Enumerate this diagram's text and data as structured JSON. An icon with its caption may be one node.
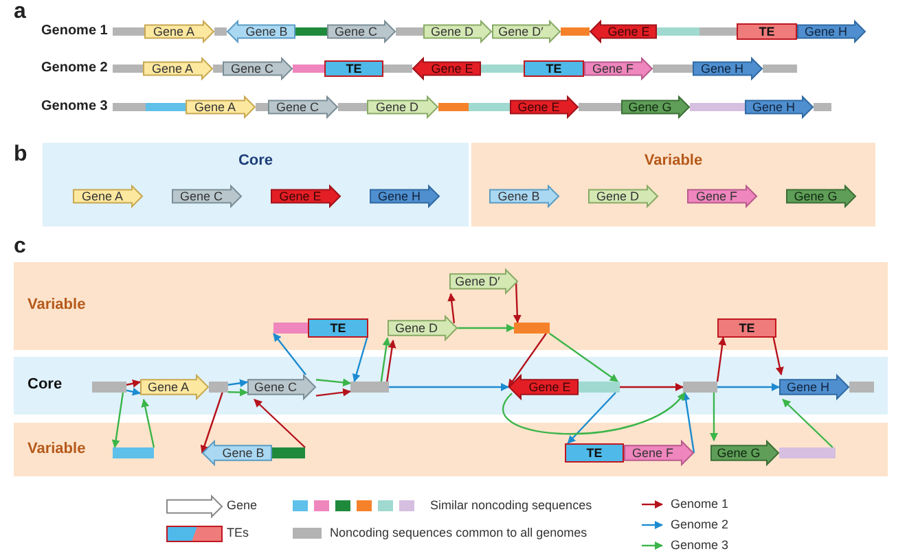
{
  "diagram": {
    "nodes": [
      {
        "text": [
          "Gene A"
        ]
      },
      {
        "text": [
          "Gene B"
        ]
      },
      {
        "text": [
          "Gene C"
        ]
      },
      {
        "text": [
          "Gene D"
        ]
      },
      {
        "text": [
          "Gene D′"
        ]
      },
      {
        "text": [
          "Gene E"
        ]
      },
      {
        "text": [
          "TE"
        ]
      },
      {
        "text": [
          "Gene H"
        ]
      },
      {
        "text": [
          "Gene A"
        ]
      },
      {
        "text": [
          "Gene C"
        ]
      },
      {
        "text": [
          "TE"
        ]
      },
      {
        "text": [
          "Gene E"
        ]
      },
      {
        "text": [
          "TE"
        ]
      },
      {
        "text": [
          "Gene F"
        ]
      },
      {
        "text": [
          "Gene H"
        ]
      },
      {
        "text": [
          "Gene A"
        ]
      },
      {
        "text": [
          "Gene C"
        ]
      },
      {
        "text": [
          "Gene D"
        ]
      },
      {
        "text": [
          "Gene E"
        ]
      },
      {
        "text": [
          "Gene G"
        ]
      },
      {
        "text": [
          "Gene H"
        ]
      },
      {
        "text": [
          "Core"
        ]
      },
      {
        "text": [
          "Gene A"
        ],
        "in": 21
      },
      {
        "text": [
          "Gene C"
        ],
        "in": 21
      },
      {
        "text": [
          "Gene E"
        ],
        "in": 21
      },
      {
        "text": [
          "Gene H"
        ],
        "in": 21
      },
      {
        "text": [
          "Variable"
        ]
      },
      {
        "text": [
          "Gene B"
        ],
        "in": 26
      },
      {
        "text": [
          "Gene D"
        ],
        "in": 26
      },
      {
        "text": [
          "Gene F"
        ],
        "in": 26
      },
      {
        "text": [
          "Gene G"
        ],
        "in": 26
      },
      {
        "text": [
          "Variable"
        ]
      },
      {
        "text": [
          "Gene D′"
        ],
        "in": 31
      },
      {
        "text": [],
        "shape": "bar",
        "in": 31
      },
      {
        "text": [
          "TE"
        ],
        "in": 31
      },
      {
        "text": [
          "Gene D"
        ],
        "in": 31
      },
      {
        "text": [],
        "shape": "bar",
        "in": 31
      },
      {
        "text": [
          "TE"
        ],
        "in": 31
      },
      {
        "text": [
          "Core"
        ]
      },
      {
        "text": [],
        "shape": "bar",
        "in": 38
      },
      {
        "text": [
          "Gene A"
        ],
        "in": 38
      },
      {
        "text": [],
        "shape": "bar",
        "in": 38
      },
      {
        "text": [
          "Gene C"
        ],
        "in": 38
      },
      {
        "text": [],
        "shape": "bar",
        "in": 38
      },
      {
        "text": [
          "Gene E"
        ],
        "in": 38
      },
      {
        "text": [],
        "shape": "bar",
        "in": 38
      },
      {
        "text": [],
        "shape": "bar",
        "in": 38
      },
      {
        "text": [
          "Gene H"
        ],
        "in": 38
      },
      {
        "text": [],
        "shape": "bar",
        "in": 38
      },
      {
        "text": [
          "Variable"
        ]
      },
      {
        "text": [],
        "shape": "bar",
        "in": 49
      },
      {
        "text": [
          "Gene B"
        ],
        "in": 49
      },
      {
        "text": [],
        "shape": "bar",
        "in": 49
      },
      {
        "text": [
          "TE"
        ],
        "in": 49
      },
      {
        "text": [
          "Gene F"
        ],
        "in": 49
      },
      {
        "text": [
          "Gene G"
        ],
        "in": 49
      },
      {
        "text": [],
        "shape": "bar",
        "in": 49
      }
    ],
    "edges": [
      {
        "from": 39,
        "to": 40,
        "arrow": "to",
        "color": "#b5121b"
      },
      {
        "from": 41,
        "to": 51,
        "arrow": "to",
        "color": "#b5121b"
      },
      {
        "from": 52,
        "to": 42,
        "arrow": "to",
        "color": "#b5121b"
      },
      {
        "from": 42,
        "to": 43,
        "arrow": "to",
        "color": "#b5121b"
      },
      {
        "from": 43,
        "to": 35,
        "arrow": "to",
        "color": "#b5121b"
      },
      {
        "from": 35,
        "to": 32,
        "arrow": "to",
        "color": "#b5121b"
      },
      {
        "from": 32,
        "to": 36,
        "arrow": "to",
        "color": "#b5121b"
      },
      {
        "from": 36,
        "to": 44,
        "arrow": "to",
        "color": "#b5121b"
      },
      {
        "from": 45,
        "to": 46,
        "arrow": "to",
        "color": "#b5121b"
      },
      {
        "from": 46,
        "to": 37,
        "arrow": "to",
        "color": "#b5121b"
      },
      {
        "from": 37,
        "to": 47,
        "arrow": "to",
        "color": "#b5121b"
      },
      {
        "from": 39,
        "to": 40,
        "arrow": "to",
        "color": "#1b8bd0"
      },
      {
        "from": 41,
        "to": 42,
        "arrow": "to",
        "color": "#1b8bd0"
      },
      {
        "from": 42,
        "to": 33,
        "arrow": "to",
        "color": "#1b8bd0"
      },
      {
        "from": 34,
        "to": 43,
        "arrow": "to",
        "color": "#1b8bd0"
      },
      {
        "from": 43,
        "to": 44,
        "arrow": "to",
        "color": "#1b8bd0"
      },
      {
        "from": 45,
        "to": 53,
        "arrow": "to",
        "color": "#1b8bd0"
      },
      {
        "from": 54,
        "to": 46,
        "arrow": "to",
        "color": "#1b8bd0"
      },
      {
        "from": 46,
        "to": 47,
        "arrow": "to",
        "color": "#1b8bd0"
      },
      {
        "from": 39,
        "to": 50,
        "arrow": "to",
        "color": "#3bb54a"
      },
      {
        "from": 50,
        "to": 40,
        "arrow": "to",
        "color": "#3bb54a"
      },
      {
        "from": 41,
        "to": 42,
        "arrow": "to",
        "color": "#3bb54a"
      },
      {
        "from": 42,
        "to": 43,
        "arrow": "to",
        "color": "#3bb54a"
      },
      {
        "from": 43,
        "to": 35,
        "arrow": "to",
        "color": "#3bb54a"
      },
      {
        "from": 35,
        "to": 36,
        "arrow": "to",
        "color": "#3bb54a"
      },
      {
        "from": 36,
        "to": 45,
        "arrow": "to",
        "color": "#3bb54a"
      },
      {
        "from": 44,
        "to": 46,
        "arrow": "to",
        "color": "#3bb54a"
      },
      {
        "from": 46,
        "to": 55,
        "arrow": "to",
        "color": "#3bb54a"
      },
      {
        "from": 56,
        "to": 47,
        "arrow": "to",
        "color": "#3bb54a"
      }
    ],
    "labels": [
      "a",
      "Genome 1",
      "Genome 2",
      "Genome 3",
      "b",
      "c"
    ],
    "legend": [
      {
        "text": "Gene"
      },
      {
        "text": "TEs"
      },
      {
        "text": "Similar noncoding sequences"
      },
      {
        "text": "Noncoding sequences common to all genomes",
        "color": "#b3b3b3"
      },
      {
        "text": "Genome 1"
      },
      {
        "text": "Genome 2"
      },
      {
        "text": "Genome 3"
      }
    ]
  }
}
